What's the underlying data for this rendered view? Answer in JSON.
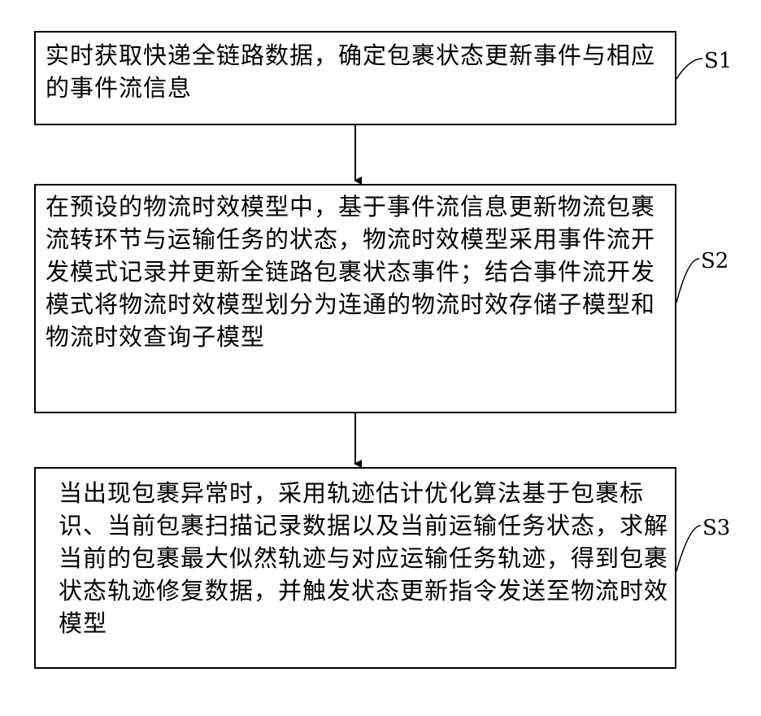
{
  "steps": [
    {
      "id": "S1",
      "text": "实时获取快递全链路数据，确定包裹状态更新事件与相应的事件流信息"
    },
    {
      "id": "S2",
      "text": "在预设的物流时效模型中，基于事件流信息更新物流包裹流转环节与运输任务的状态，物流时效模型采用事件流开发模式记录并更新全链路包裹状态事件；结合事件流开发模式将物流时效模型划分为连通的物流时效存储子模型和物流时效查询子模型"
    },
    {
      "id": "S3",
      "text": "当出现包裹异常时，采用轨迹估计优化算法基于包裹标识、当前包裹扫描记录数据以及当前运输任务状态，求解当前的包裹最大似然轨迹与对应运输任务轨迹，得到包裹状态轨迹修复数据，并触发状态更新指令发送至物流时效模型"
    }
  ],
  "colors": {
    "line": "#000000",
    "background": "#ffffff"
  }
}
